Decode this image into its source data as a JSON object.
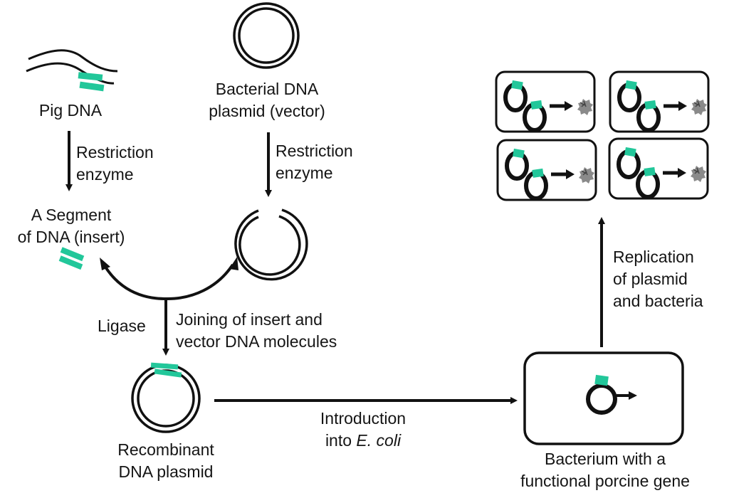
{
  "title": "Recombinant DNA cloning of a porcine gene in E. coli",
  "colors": {
    "insert": "#22c79a",
    "stroke": "#111111",
    "protein": "#8a8a8a"
  },
  "nodes": {
    "pig_dna": {
      "label": "Pig DNA"
    },
    "vector": {
      "line1": "Bacterial DNA",
      "line2": "plasmid (vector)"
    },
    "insert": {
      "line1": "A Segment",
      "line2": "of DNA (insert)"
    },
    "recombinant": {
      "line1": "Recombinant",
      "line2": "DNA plasmid"
    },
    "bacterium": {
      "line1": "Bacterium with a",
      "line2": "functional porcine gene"
    }
  },
  "steps": {
    "restriction_left": {
      "line1": "Restriction",
      "line2": "enzyme"
    },
    "restriction_right": {
      "line1": "Restriction",
      "line2": "enzyme"
    },
    "ligase": {
      "label": "Ligase"
    },
    "joining": {
      "line1": "Joining of insert and",
      "line2": "vector DNA molecules"
    },
    "introduction": {
      "line1": "Introduction",
      "line2_prefix": "into ",
      "line2_italic": "E. coli"
    },
    "replication": {
      "line1": "Replication",
      "line2": "of plasmid",
      "line3": "and bacteria"
    }
  },
  "colony_count": 4
}
